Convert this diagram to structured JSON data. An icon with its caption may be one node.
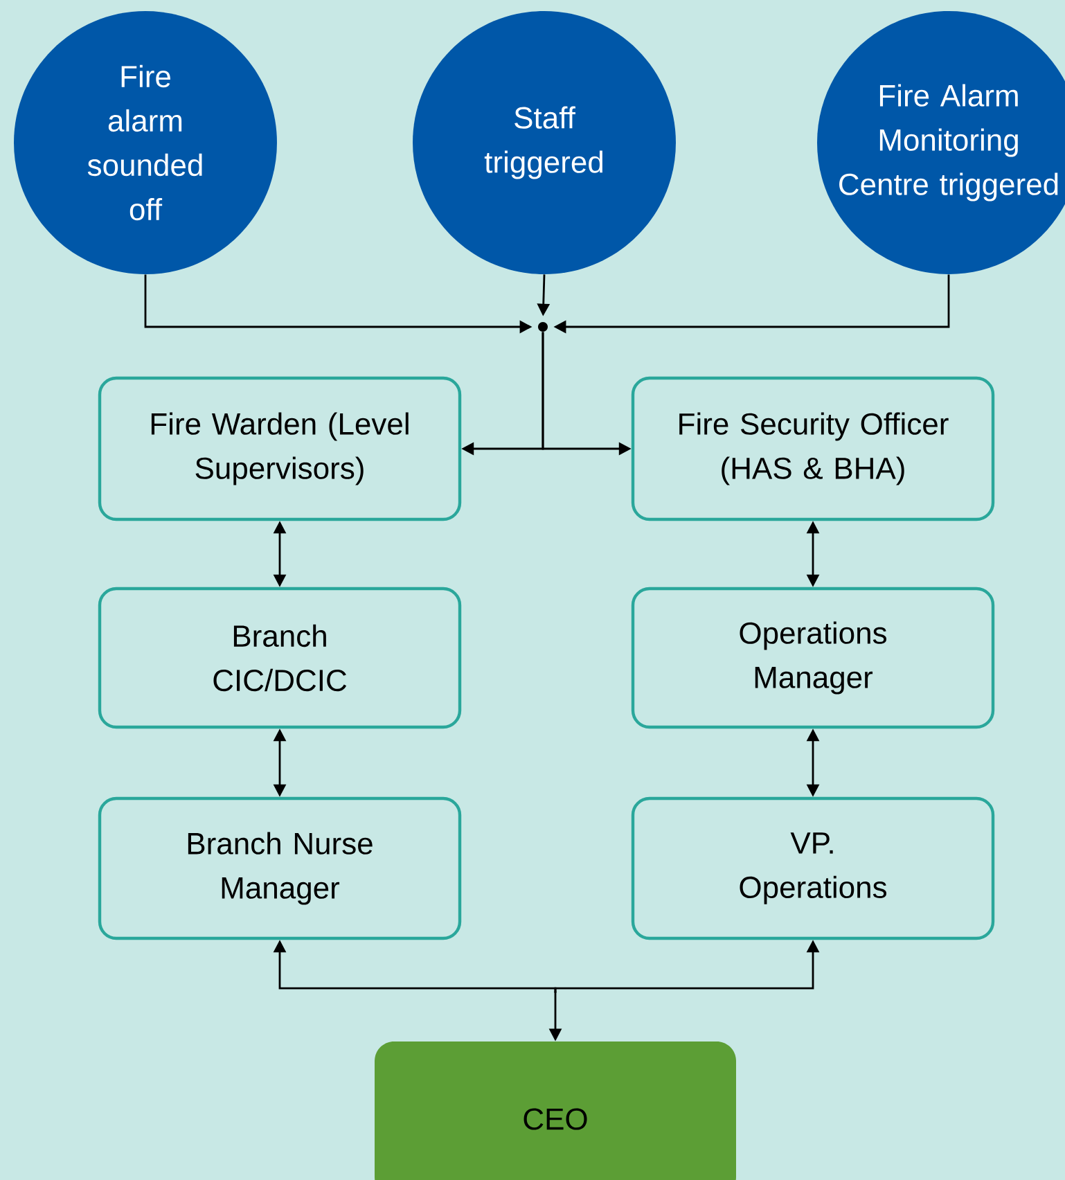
{
  "diagram": {
    "nodes": [
      {
        "text": [
          "Fire alarm sounded off"
        ]
      },
      {
        "text": [
          "Staff triggered"
        ]
      },
      {
        "text": [
          "Fire Alarm Monitoring Centre triggered"
        ]
      },
      {
        "text": [],
        "shape": "circle"
      },
      {
        "text": [
          "Fire Warden (Level Supervisors)"
        ]
      },
      {
        "text": [
          "Fire Security Officer (HAS & BHA)"
        ]
      },
      {
        "text": [
          "Branch CIC/DCIC"
        ]
      },
      {
        "text": [
          "Operations Manager"
        ]
      },
      {
        "text": [
          "Branch Nurse Manager"
        ]
      },
      {
        "text": [
          "VP. Operations"
        ]
      },
      {
        "text": [
          "CEO"
        ]
      }
    ],
    "edges": [
      {
        "from": 0,
        "to": 3,
        "arrow": "to"
      },
      {
        "from": 1,
        "to": 3,
        "arrow": "to"
      },
      {
        "from": 2,
        "to": 3,
        "arrow": "to"
      },
      {
        "from": 3,
        "to": 4,
        "arrow": "to"
      },
      {
        "from": 3,
        "to": 5,
        "arrow": "to"
      },
      {
        "from": 4,
        "to": 6,
        "arrow": "both"
      },
      {
        "from": 5,
        "to": 7,
        "arrow": "both"
      },
      {
        "from": 6,
        "to": 8,
        "arrow": "both"
      },
      {
        "from": 7,
        "to": 9,
        "arrow": "both"
      },
      {
        "from": 8,
        "to": 10,
        "arrow": "both"
      },
      {
        "from": 9,
        "to": 10,
        "arrow": "both"
      }
    ]
  }
}
